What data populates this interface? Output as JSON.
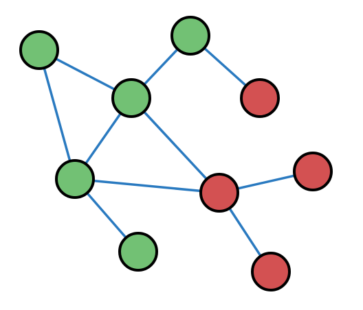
{
  "graph": {
    "colors": {
      "edge": "#2a7ac0",
      "stroke": "#000000",
      "green": "#72c174",
      "red": "#d35152"
    },
    "nodes": [
      {
        "id": "n1",
        "group": "green"
      },
      {
        "id": "n2",
        "group": "green"
      },
      {
        "id": "n3",
        "group": "green"
      },
      {
        "id": "n4",
        "group": "green"
      },
      {
        "id": "n5",
        "group": "green"
      },
      {
        "id": "n6",
        "group": "red"
      },
      {
        "id": "n7",
        "group": "red"
      },
      {
        "id": "n8",
        "group": "red"
      },
      {
        "id": "n9",
        "group": "red"
      }
    ],
    "edges": [
      [
        "n1",
        "n3"
      ],
      [
        "n1",
        "n4"
      ],
      [
        "n2",
        "n3"
      ],
      [
        "n2",
        "n6"
      ],
      [
        "n3",
        "n4"
      ],
      [
        "n3",
        "n7"
      ],
      [
        "n4",
        "n7"
      ],
      [
        "n4",
        "n5"
      ],
      [
        "n7",
        "n8"
      ],
      [
        "n7",
        "n9"
      ]
    ]
  }
}
